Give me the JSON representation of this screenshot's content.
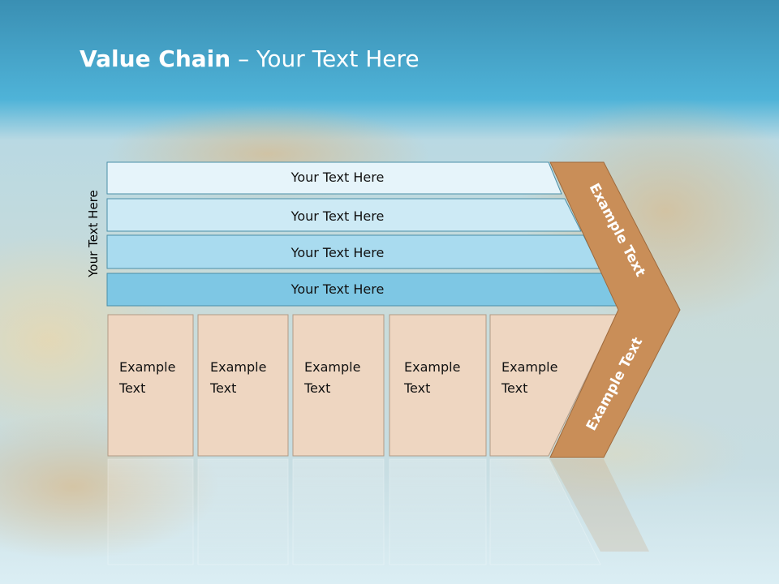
{
  "title": {
    "bold": "Value Chain",
    "rest": " – Your Text Here"
  },
  "side_label": "Your Text Here",
  "bars": [
    {
      "label": "Your Text Here",
      "color": "#e6f4fa"
    },
    {
      "label": "Your Text Here",
      "color": "#cdeaf5"
    },
    {
      "label": "Your Text Here",
      "color": "#a9dbef"
    },
    {
      "label": "Your Text Here",
      "color": "#7ec7e4"
    }
  ],
  "boxes": [
    {
      "line1": "Example",
      "line2": "Text"
    },
    {
      "line1": "Example",
      "line2": "Text"
    },
    {
      "line1": "Example",
      "line2": "Text"
    },
    {
      "line1": "Example",
      "line2": "Text"
    },
    {
      "line1": "Example",
      "line2": "Text"
    }
  ],
  "chevron": {
    "upper": "Example Text",
    "lower": "Example Text",
    "color": "#c98e58"
  },
  "colors": {
    "box_fill": "#eed6c1",
    "header_top": "#4aaed4",
    "background": "#cfe3ea"
  }
}
